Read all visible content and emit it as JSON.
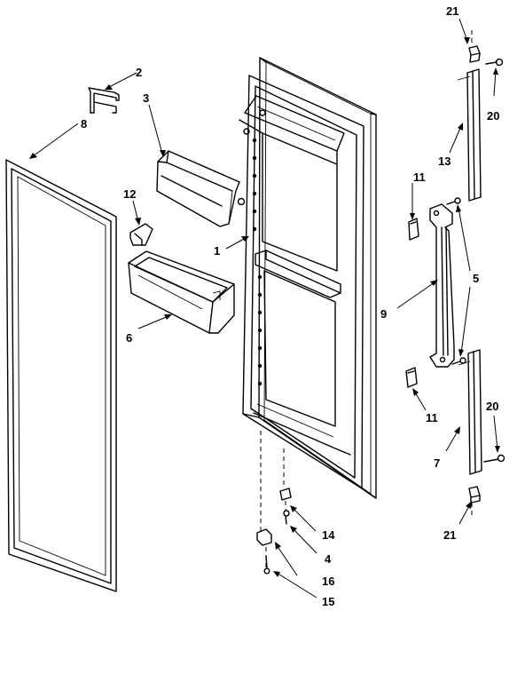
{
  "callouts": [
    {
      "id": "c21a",
      "text": "21"
    },
    {
      "id": "c2",
      "text": "2"
    },
    {
      "id": "c8",
      "text": "8"
    },
    {
      "id": "c3",
      "text": "3"
    },
    {
      "id": "c20a",
      "text": "20"
    },
    {
      "id": "c13",
      "text": "13"
    },
    {
      "id": "c11a",
      "text": "11"
    },
    {
      "id": "c12",
      "text": "12"
    },
    {
      "id": "c1",
      "text": "1"
    },
    {
      "id": "c5",
      "text": "5"
    },
    {
      "id": "c9",
      "text": "9"
    },
    {
      "id": "c6",
      "text": "6"
    },
    {
      "id": "c11b",
      "text": "11"
    },
    {
      "id": "c20b",
      "text": "20"
    },
    {
      "id": "c7",
      "text": "7"
    },
    {
      "id": "c14",
      "text": "14"
    },
    {
      "id": "c21b",
      "text": "21"
    },
    {
      "id": "c4",
      "text": "4"
    },
    {
      "id": "c16",
      "text": "16"
    },
    {
      "id": "c15",
      "text": "15"
    }
  ]
}
